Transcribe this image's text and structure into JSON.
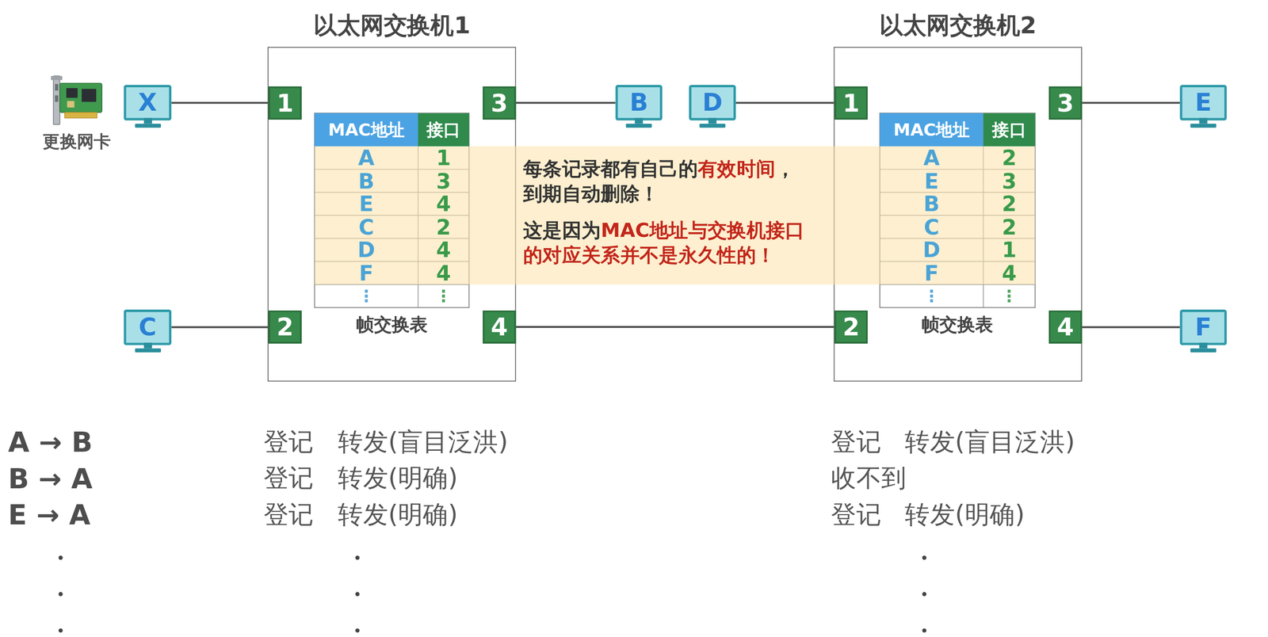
{
  "diagram": {
    "nodes": [
      {
        "text": [
          "以太网交换机1"
        ]
      },
      {
        "text": [
          "1"
        ],
        "in": 0
      },
      {
        "text": [
          "3"
        ],
        "in": 0
      },
      {
        "text": [
          "2"
        ],
        "in": 0
      },
      {
        "text": [
          "4"
        ],
        "in": 0
      },
      {
        "text": [
          "以太网交换机2"
        ]
      },
      {
        "text": [
          "1"
        ],
        "in": 5
      },
      {
        "text": [
          "3"
        ],
        "in": 5
      },
      {
        "text": [
          "2"
        ],
        "in": 5
      },
      {
        "text": [
          "4"
        ],
        "in": 5
      },
      {
        "text": [
          "X"
        ]
      },
      {
        "text": [
          "B"
        ]
      },
      {
        "text": [
          "D"
        ]
      },
      {
        "text": [
          "E"
        ]
      },
      {
        "text": [
          "C"
        ]
      },
      {
        "text": [
          "F"
        ]
      },
      {
        "text": [
          "每条记录都有自己的有效时间，到期自动删除！",
          "这是因为MAC地址与交换机接口的对应关系并不是永久性的！"
        ]
      }
    ],
    "edges": [
      {
        "from": 10,
        "to": 1,
        "arrow": "none"
      },
      {
        "from": 2,
        "to": 11,
        "arrow": "none"
      },
      {
        "from": 12,
        "to": 6,
        "arrow": "none"
      },
      {
        "from": 7,
        "to": 13,
        "arrow": "none"
      },
      {
        "from": 14,
        "to": 3,
        "arrow": "none"
      },
      {
        "from": 4,
        "to": 8,
        "arrow": "none"
      },
      {
        "from": 9,
        "to": 15,
        "arrow": "none"
      }
    ],
    "labels": [
      "更换网卡",
      "MAC地址",
      "接口",
      "A",
      "1",
      "B",
      "3",
      "E",
      "4",
      "C",
      "2",
      "D",
      "4",
      "F",
      "4",
      "⋮",
      "⋮",
      "帧交换表",
      "MAC地址",
      "接口",
      "A",
      "2",
      "E",
      "3",
      "B",
      "2",
      "C",
      "2",
      "D",
      "1",
      "F",
      "4",
      "⋮",
      "⋮",
      "帧交换表",
      "A → B",
      "登记",
      "转发(盲目泛洪)",
      "登记",
      "转发(盲目泛洪)",
      "B → A",
      "登记",
      "转发(明确)",
      "收不到",
      "E → A",
      "登记",
      "转发(明确)",
      "登记",
      "转发(明确)"
    ]
  }
}
